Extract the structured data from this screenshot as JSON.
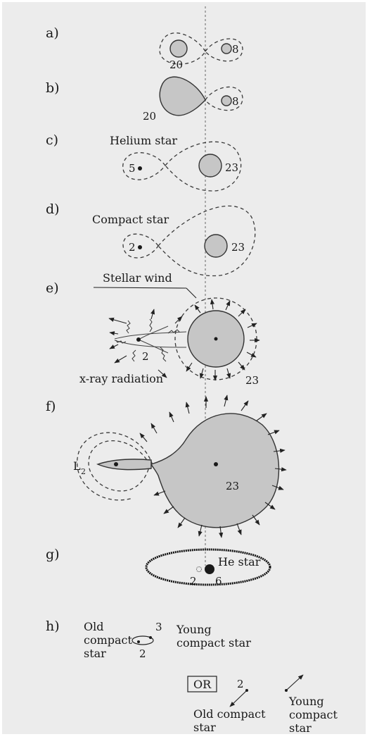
{
  "panels": {
    "a": {
      "label": "a)",
      "mass_primary": "20",
      "mass_secondary": "8"
    },
    "b": {
      "label": "b)",
      "mass_primary": "20",
      "mass_secondary": "8"
    },
    "c": {
      "label": "c)",
      "title": "Helium star",
      "mass_helium": "5",
      "mass_companion": "23"
    },
    "d": {
      "label": "d)",
      "title": "Compact star",
      "mass_compact": "2",
      "mass_companion": "23"
    },
    "e": {
      "label": "e)",
      "wind_label": "Stellar wind",
      "mass_compact": "2",
      "mass_companion": "23",
      "xray_label": "x-ray radiation"
    },
    "f": {
      "label": "f)",
      "lagrange_label": "L",
      "lagrange_sub": "2",
      "mass_companion": "23"
    },
    "g": {
      "label": "g)",
      "he_label": "He star",
      "mass_compact": "2",
      "mass_he": "6"
    },
    "h": {
      "label": "h)",
      "old_line1": "Old",
      "old_line2": "compact",
      "old_line3": "star",
      "mass_top": "3",
      "mass_bottom": "2",
      "young_line1": "Young",
      "young_line2": "compact star",
      "or_label": "OR",
      "mass_single": "2",
      "old2_line1": "Old compact",
      "old2_line2": "star",
      "young2_line1": "Young",
      "young2_line2": "compact",
      "young2_line3": "star"
    }
  },
  "colors": {
    "background": "#ececec",
    "star_fill": "#c6c6c6",
    "ink": "#1a1a1a"
  }
}
